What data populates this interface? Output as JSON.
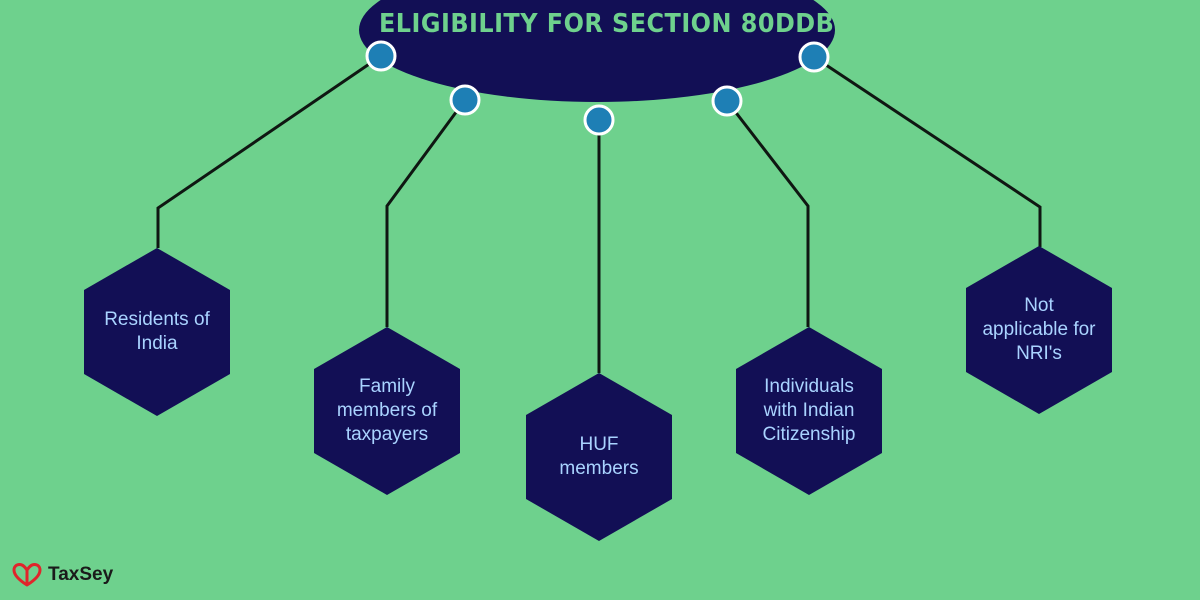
{
  "header": {
    "title": "ELIGIBILITY FOR SECTION 80DDB"
  },
  "nodes": [
    {
      "id": "residents",
      "label_lines": [
        "Residents of",
        "India"
      ]
    },
    {
      "id": "family",
      "label_lines": [
        "Family",
        "members of",
        "taxpayers"
      ]
    },
    {
      "id": "huf",
      "label_lines": [
        "HUF",
        "members"
      ]
    },
    {
      "id": "individuals",
      "label_lines": [
        "Individuals",
        "with Indian",
        "Citizenship"
      ]
    },
    {
      "id": "nri",
      "label_lines": [
        "Not",
        "applicable for",
        "NRI's"
      ]
    }
  ],
  "logo": {
    "text": "TaxSey"
  },
  "colors": {
    "background": "#6ed18d",
    "header_fill": "#120f55",
    "header_text": "#6ed18d",
    "hex_fill": "#120f55",
    "hex_text": "#a9d3ff",
    "dot_fill": "#1e7fb5",
    "dot_stroke": "#ffffff",
    "connector": "#0f1712",
    "logo_icon": "#e0252b"
  }
}
